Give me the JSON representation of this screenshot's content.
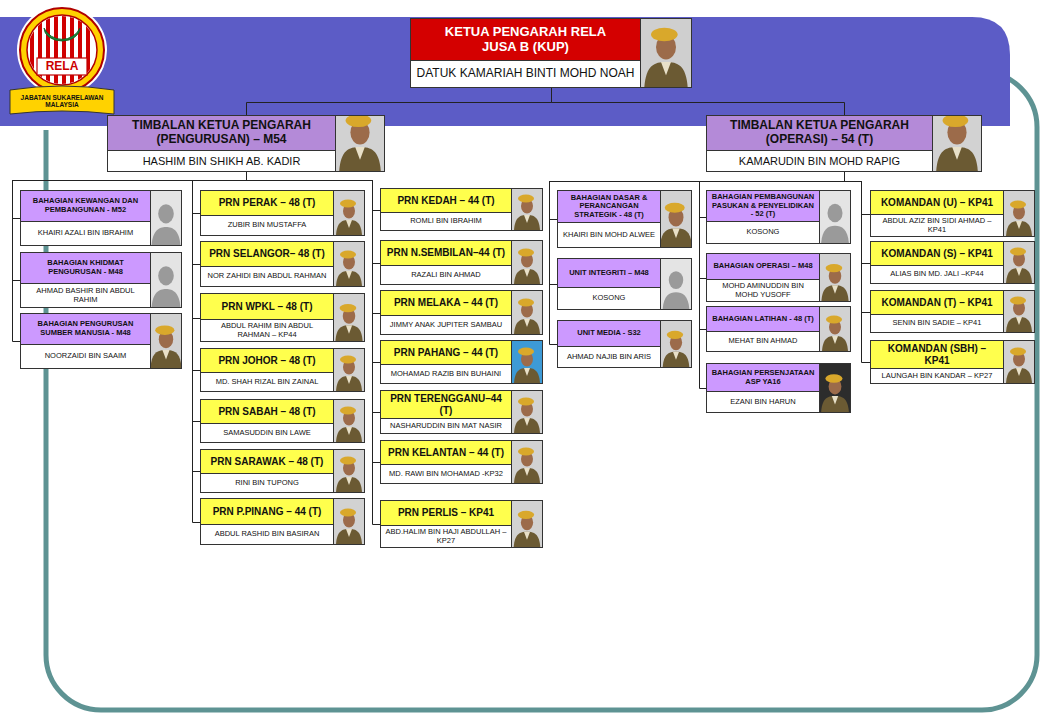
{
  "diagram": {
    "nodes": [
      {
        "text": [
          "KETUA PENGARAH RELA JUSA B (KUP)",
          "DATUK KAMARIAH BINTI MOHD NOAH"
        ]
      },
      {
        "text": [
          "TIMBALAN KETUA PENGARAH (PENGURUSAN) – M54",
          "HASHIM BIN SHIKH AB. KADIR"
        ]
      },
      {
        "text": [
          "TIMBALAN KETUA PENGARAH (OPERASI) – 54 (T)",
          "KAMARUDIN BIN MOHD RAPIG"
        ]
      },
      {
        "text": [
          "BAHAGIAN KEWANGAN DAN PEMBANGUNAN - M52",
          "KHAIRI AZALI BIN IBRAHIM"
        ]
      },
      {
        "text": [
          "BAHAGIAN KHIDMAT PENGURUSAN - M48",
          "AHMAD BASHIR BIN ABDUL RAHIM"
        ]
      },
      {
        "text": [
          "BAHAGIAN PENGURUSAN SUMBER MANUSIA - M48",
          "NOORZAIDI BIN SAAIM"
        ]
      },
      {
        "text": [
          "PRN PERAK – 48 (T)",
          "ZUBIR BIN MUSTAFFA"
        ]
      },
      {
        "text": [
          "PRN SELANGOR– 48 (T)",
          "NOR ZAHIDI BIN ABDUL RAHMAN"
        ]
      },
      {
        "text": [
          "PRN WPKL – 48 (T)",
          "ABDUL RAHIM BIN ABDUL RAHMAN – KP44"
        ]
      },
      {
        "text": [
          "PRN JOHOR – 48 (T)",
          "MD. SHAH RIZAL BIN ZAINAL"
        ]
      },
      {
        "text": [
          "PRN SABAH – 48 (T)",
          "SAMASUDDIN BIN LAWE"
        ]
      },
      {
        "text": [
          "PRN SARAWAK – 48 (T)",
          "RINI BIN TUPONG"
        ]
      },
      {
        "text": [
          "PRN P.PINANG – 44 (T)",
          "ABDUL RASHID BIN BASIRAN"
        ]
      },
      {
        "text": [
          "PRN KEDAH – 44 (T)",
          "ROMLI BIN IBRAHIM"
        ]
      },
      {
        "text": [
          "PRN N.SEMBILAN–44 (T)",
          "RAZALI BIN AHMAD"
        ]
      },
      {
        "text": [
          "PRN MELAKA – 44 (T)",
          "JIMMY ANAK JUPITER SAMBAU"
        ]
      },
      {
        "text": [
          "PRN PAHANG – 44 (T)",
          "MOHAMAD RAZIB BIN BUHAINI"
        ]
      },
      {
        "text": [
          "PRN TERENGGANU–44 (T)",
          "NASHARUDDIN BIN MAT NASIR"
        ]
      },
      {
        "text": [
          "PRN KELANTAN – 44 (T)",
          "MD. RAWI BIN MOHAMAD -KP32"
        ]
      },
      {
        "text": [
          "PRN PERLIS – KP41",
          "ABD.HALIM BIN HAJI ABDULLAH –KP27"
        ]
      },
      {
        "text": [
          "BAHAGIAN DASAR & PERANCANGAN STRATEGIK - 48 (T)",
          "KHAIRI BIN MOHD ALWEE"
        ]
      },
      {
        "text": [
          "UNIT INTEGRITI – M48",
          "KOSONG"
        ]
      },
      {
        "text": [
          "UNIT MEDIA - S32",
          "AHMAD NAJIB BIN ARIS"
        ]
      },
      {
        "text": [
          "BAHAGIAN PEMBANGUNAN PASUKAN & PENYELIDIKAN - 52 (T)",
          "KOSONG"
        ]
      },
      {
        "text": [
          "BAHAGIAN OPERASI – M48",
          "MOHD AMINUDDIN BIN MOHD YUSOFF"
        ]
      },
      {
        "text": [
          "BAHAGIAN LATIHAN - 48 (T)",
          "MEHAT BIN AHMAD"
        ]
      },
      {
        "text": [
          "BAHAGIAN PERSENJATAAN ASP YA16",
          "EZANI BIN HARUN"
        ]
      },
      {
        "text": [
          "KOMANDAN (U) – KP41",
          "ABDUL AZIZ BIN SIDI AHMAD – KP41"
        ]
      },
      {
        "text": [
          "KOMANDAN (S) – KP41",
          "ALIAS BIN MD. JALI –KP44"
        ]
      },
      {
        "text": [
          "KOMANDAN (T) – KP41",
          "SENIN BIN SADIE – KP41"
        ]
      },
      {
        "text": [
          "KOMANDAN (SBH) – KP41",
          "LAUNGAH BIN KANDAR – KP27"
        ]
      }
    ],
    "edges": [
      {
        "from": 0,
        "to": 1,
        "arrow": "none"
      },
      {
        "from": 0,
        "to": 2,
        "arrow": "none"
      },
      {
        "from": 1,
        "to": 3,
        "arrow": "none"
      },
      {
        "from": 1,
        "to": 4,
        "arrow": "none"
      },
      {
        "from": 1,
        "to": 5,
        "arrow": "none"
      },
      {
        "from": 1,
        "to": 6,
        "arrow": "none"
      },
      {
        "from": 1,
        "to": 7,
        "arrow": "none"
      },
      {
        "from": 1,
        "to": 8,
        "arrow": "none"
      },
      {
        "from": 1,
        "to": 9,
        "arrow": "none"
      },
      {
        "from": 1,
        "to": 10,
        "arrow": "none"
      },
      {
        "from": 1,
        "to": 11,
        "arrow": "none"
      },
      {
        "from": 1,
        "to": 12,
        "arrow": "none"
      },
      {
        "from": 1,
        "to": 13,
        "arrow": "none"
      },
      {
        "from": 1,
        "to": 14,
        "arrow": "none"
      },
      {
        "from": 1,
        "to": 15,
        "arrow": "none"
      },
      {
        "from": 1,
        "to": 16,
        "arrow": "none"
      },
      {
        "from": 1,
        "to": 17,
        "arrow": "none"
      },
      {
        "from": 1,
        "to": 18,
        "arrow": "none"
      },
      {
        "from": 1,
        "to": 19,
        "arrow": "none"
      },
      {
        "from": 2,
        "to": 20,
        "arrow": "none"
      },
      {
        "from": 2,
        "to": 21,
        "arrow": "none"
      },
      {
        "from": 2,
        "to": 22,
        "arrow": "none"
      },
      {
        "from": 2,
        "to": 23,
        "arrow": "none"
      },
      {
        "from": 2,
        "to": 24,
        "arrow": "none"
      },
      {
        "from": 2,
        "to": 25,
        "arrow": "none"
      },
      {
        "from": 2,
        "to": 26,
        "arrow": "none"
      },
      {
        "from": 2,
        "to": 27,
        "arrow": "none"
      },
      {
        "from": 2,
        "to": 28,
        "arrow": "none"
      },
      {
        "from": 2,
        "to": 29,
        "arrow": "none"
      },
      {
        "from": 2,
        "to": 30,
        "arrow": "none"
      }
    ],
    "labels": [
      "RELA",
      "JABATAN SUKARELAWAN MALAYSIA"
    ]
  }
}
